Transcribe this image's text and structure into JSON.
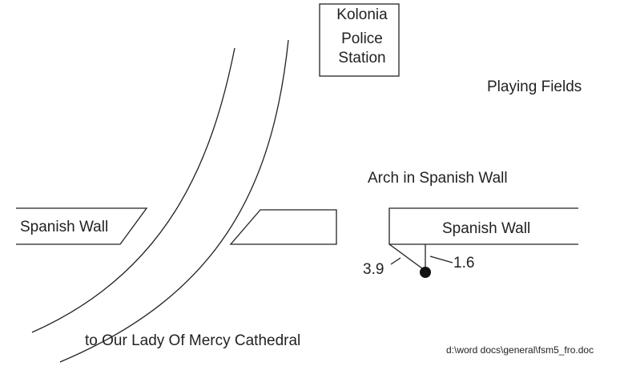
{
  "labels": {
    "police_station": [
      "Kolonia",
      "Police",
      "Station"
    ],
    "playing_fields": "Playing Fields",
    "arch": "Arch in Spanish Wall",
    "wall_left": "Spanish Wall",
    "wall_right": "Spanish Wall",
    "measure_left": "3.9",
    "measure_right": "1.6",
    "cathedral": "to Our Lady Of Mercy Cathedral",
    "file_path": "d:\\word docs\\general\\fsm5_fro.doc"
  }
}
